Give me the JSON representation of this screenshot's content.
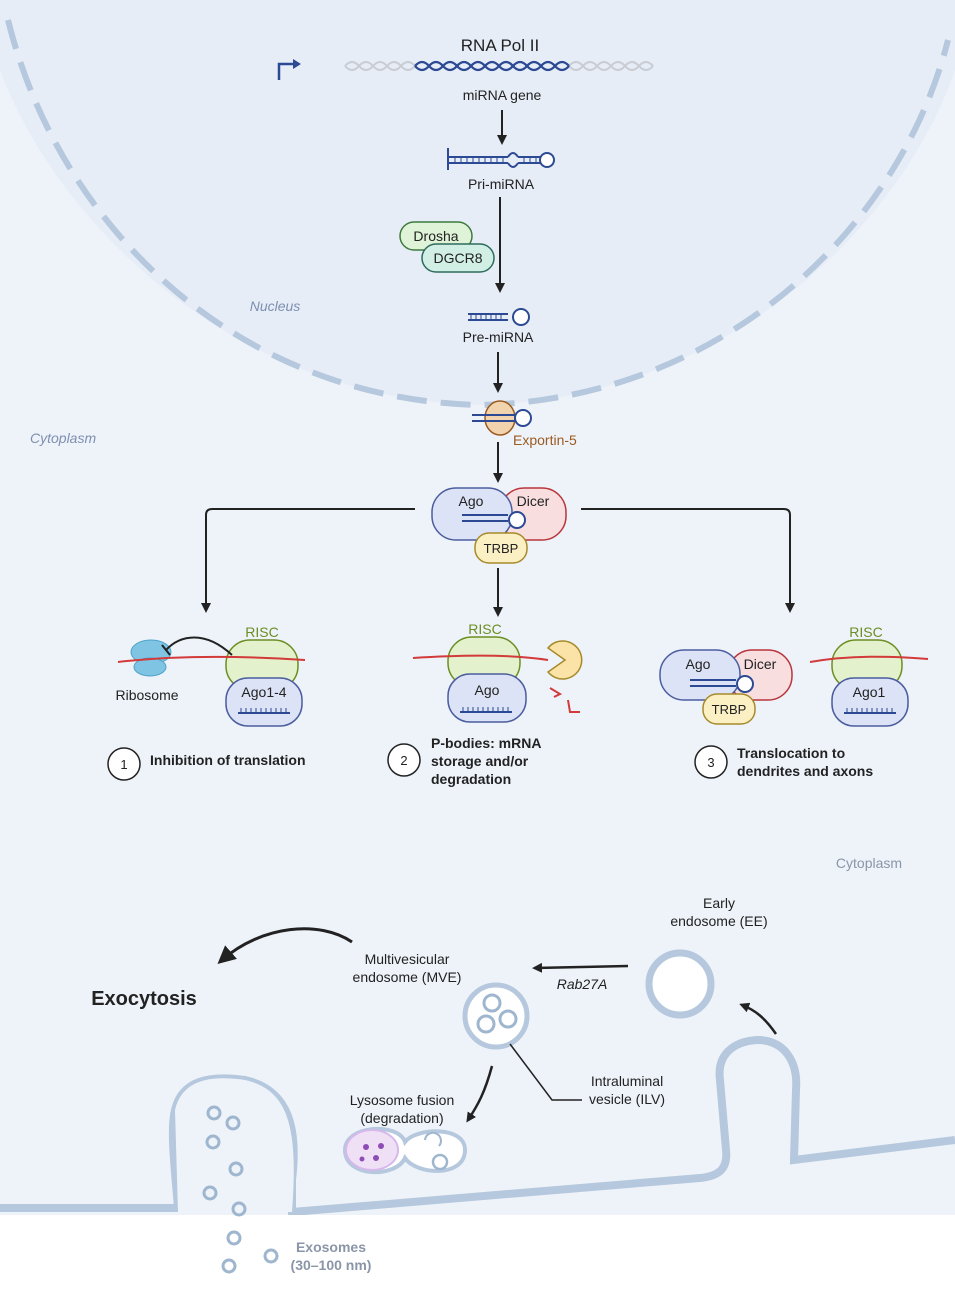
{
  "labels": {
    "rna_pol": "RNA Pol II",
    "mirna_gene": "miRNA gene",
    "pri_mirna": "Pri-miRNA",
    "drosha": "Drosha",
    "dgcr8": "DGCR8",
    "nucleus": "Nucleus",
    "pre_mirna": "Pre-miRNA",
    "cytoplasm_top": "Cytoplasm",
    "exportin": "Exportin-5",
    "ago": "Ago",
    "dicer": "Dicer",
    "trbp": "TRBP",
    "risc": "RISC",
    "ribosome": "Ribosome",
    "ago1_4": "Ago1-4",
    "ago1": "Ago1",
    "cytoplasm_bottom": "Cytoplasm",
    "early_endosome_1": "Early",
    "early_endosome_2": "endosome (EE)",
    "mve_1": "Multivesicular",
    "mve_2": "endosome (MVE)",
    "rab27a": "Rab27A",
    "exocytosis": "Exocytosis",
    "ilv_1": "Intraluminal",
    "ilv_2": "vesicle (ILV)",
    "lysosome_1": "Lysosome fusion",
    "lysosome_2": "(degradation)",
    "exosomes_1": "Exosomes",
    "exosomes_2": "(30–100 nm)"
  },
  "pathways": [
    {
      "number": "1",
      "lines": [
        "Inhibition of translation"
      ]
    },
    {
      "number": "2",
      "lines": [
        "P-bodies: mRNA",
        "storage and/or",
        "degradation"
      ]
    },
    {
      "number": "3",
      "lines": [
        "Translocation to",
        "dendrites and axons"
      ]
    }
  ],
  "colors": {
    "nucleus_fill": "#e6edf7",
    "cytoplasm_fill": "#eef3fa",
    "membrane": "#b6c8dd",
    "ago": "#dde3f6",
    "dicer": "#f8dede",
    "trbp": "#fbefc4",
    "risc": "#e3f1cc",
    "drosha": "#dff3d8",
    "dgcr8": "#d2efe6",
    "exportin": "#f1d3ad",
    "mrna": "#d33a3a",
    "rna_strand": "#2c4a94",
    "risc_label": "#6c8e22",
    "exportin_label": "#9b5a1f"
  }
}
